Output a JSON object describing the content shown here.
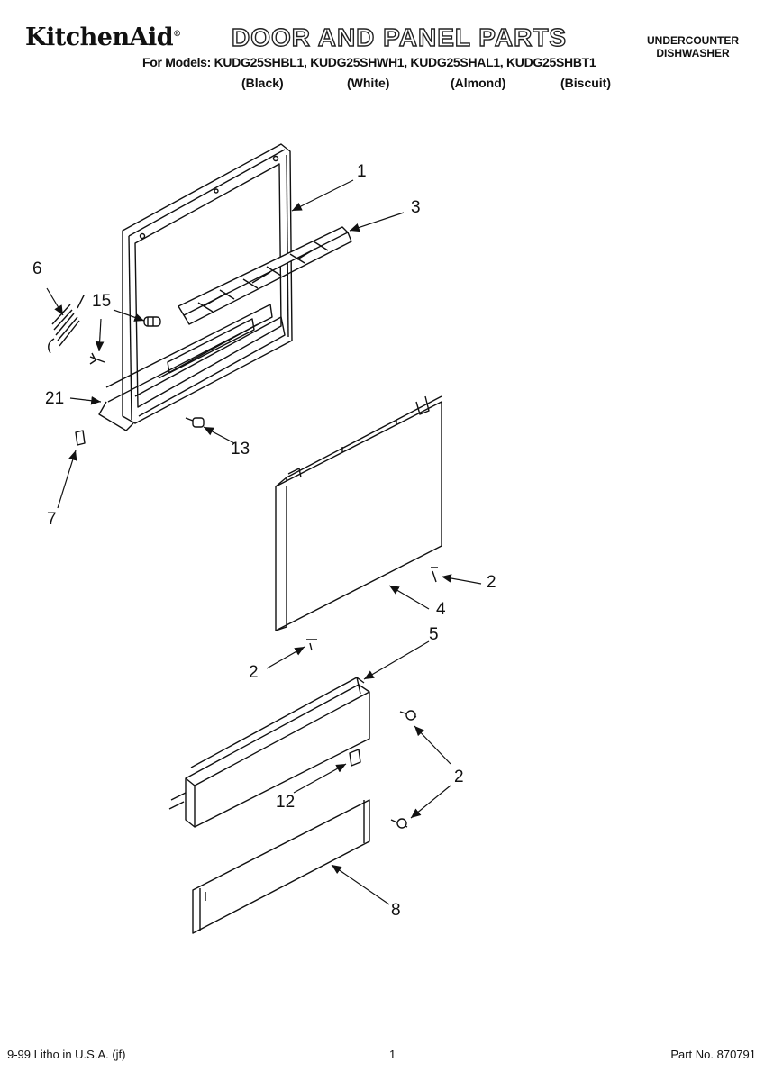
{
  "header": {
    "brand": "KitchenAid",
    "brand_mark": "®",
    "title": "DOOR AND PANEL PARTS",
    "models_line": "For Models: KUDG25SHBL1, KUDG25SHWH1, KUDG25SHAL1, KUDG25SHBT1",
    "colors": [
      "(Black)",
      "(White)",
      "(Almond)",
      "(Biscuit)"
    ],
    "category_line1": "UNDERCOUNTER",
    "category_line2": "DISHWASHER",
    "corner_mark": "·"
  },
  "callouts": [
    "1",
    "3",
    "6",
    "15",
    "21",
    "13",
    "7",
    "2",
    "4",
    "2",
    "5",
    "2",
    "12",
    "8"
  ],
  "footer": {
    "printed": "9-99 Litho in U.S.A. (jf)",
    "page": "1",
    "part_no": "Part No. 870791"
  }
}
